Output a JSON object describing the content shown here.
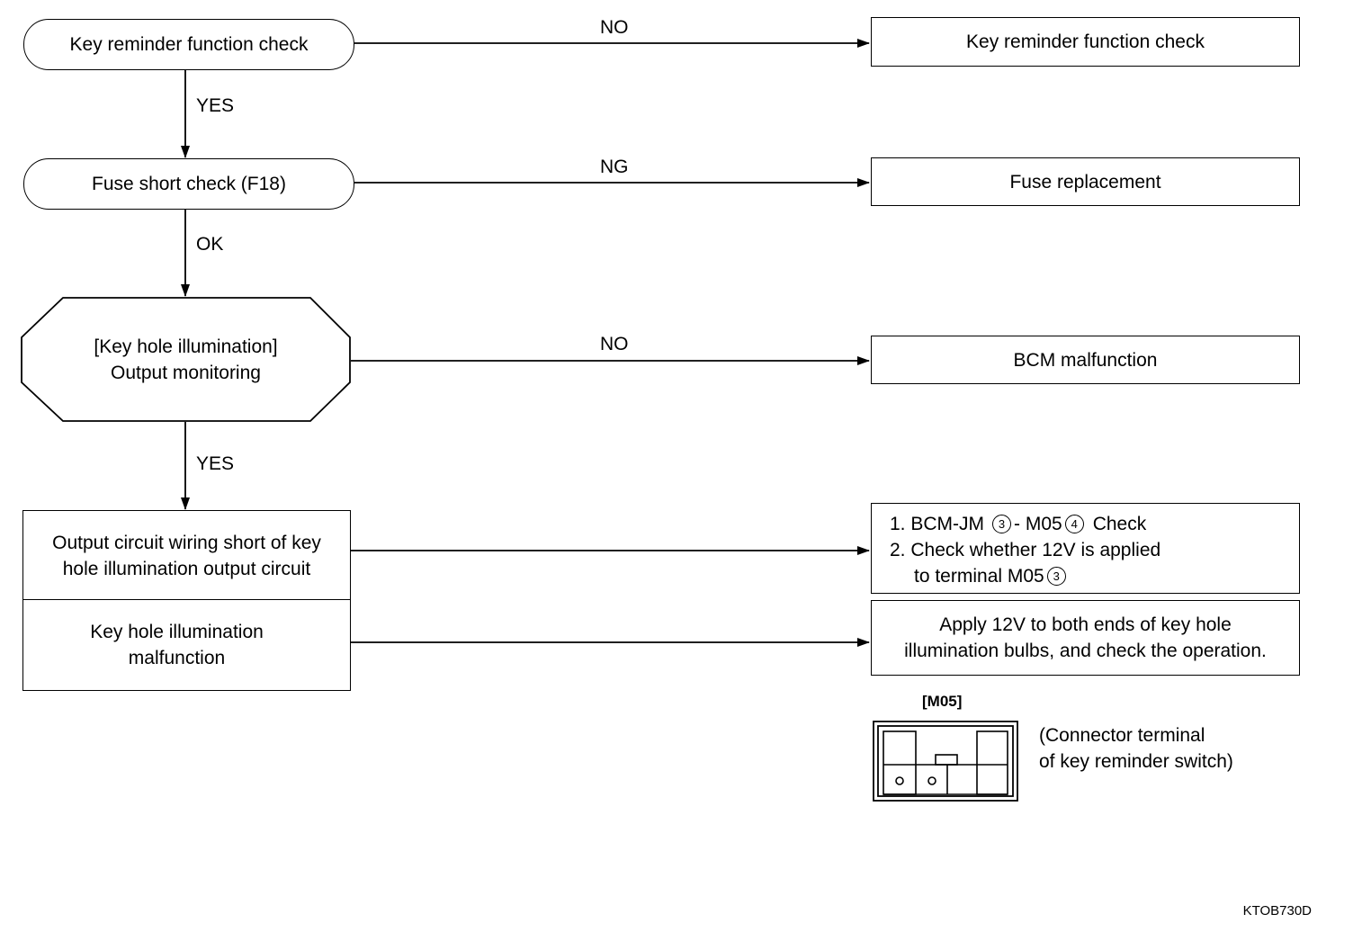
{
  "nodes": {
    "start": "Key reminder function check",
    "fuse": "Fuse short check (F18)",
    "monitor_line1": "[Key hole illumination]",
    "monitor_line2": "Output monitoring",
    "wiring_line1": "Output circuit wiring short of key",
    "wiring_line2": "hole illumination output circuit",
    "bulb_line1": "Key hole illumination",
    "bulb_line2": "malfunction"
  },
  "results": {
    "r1": "Key reminder function check",
    "r2": "Fuse replacement",
    "r3": "BCM malfunction",
    "r4_l1_a": "1. BCM-JM",
    "r4_l1_c1": "3",
    "r4_l1_b": "- M05",
    "r4_l1_c2": "4",
    "r4_l1_d": "Check",
    "r4_l2": "2. Check whether 12V is applied",
    "r4_l3": "to terminal M05",
    "r4_l3_c": "3",
    "r5_line1": "Apply 12V to both ends of key hole",
    "r5_line2": "illumination bulbs, and check the operation."
  },
  "edges": {
    "e_no_1": "NO",
    "e_yes_1": "YES",
    "e_ng": "NG",
    "e_ok": "OK",
    "e_no_2": "NO",
    "e_yes_2": "YES"
  },
  "connector": {
    "label": "[M05]",
    "desc_line1": "(Connector terminal",
    "desc_line2": "of key reminder switch)"
  },
  "figure_code": "KTOB730D"
}
